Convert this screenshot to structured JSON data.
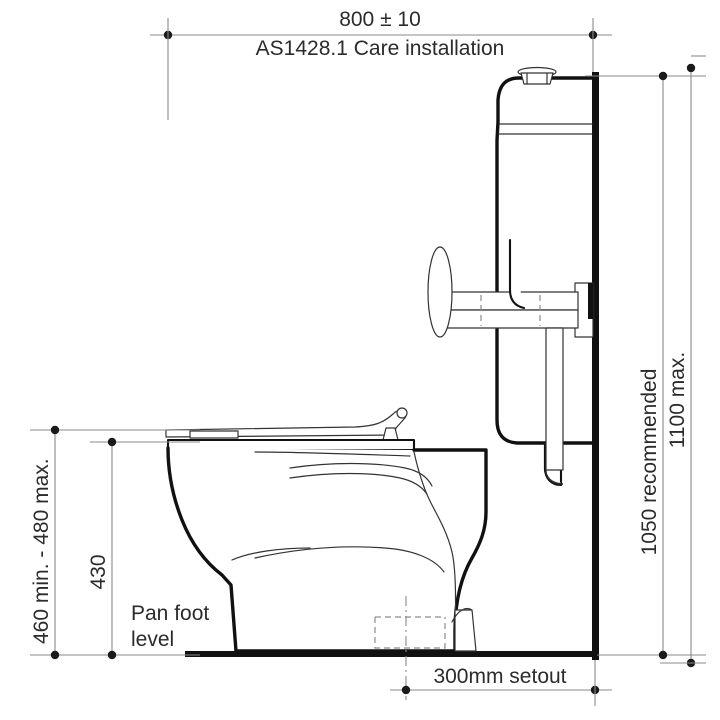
{
  "drawing": {
    "title": "AS1428.1 Care installation toilet suite elevation",
    "subject": "close-coupled toilet pan and cistern against wall with backrest rail",
    "units": "mm",
    "colors": {
      "outline": "#111111",
      "dimension": "#8a8a8a",
      "text": "#2b2b2b",
      "background": "#ffffff"
    }
  },
  "annotations": {
    "top_dimension": "800 ± 10",
    "standard_note": "AS1428.1 Care installation",
    "right_dimension_primary": "1050 recommended",
    "right_dimension_secondary": "1100 max.",
    "left_dimension_outer": "460 min. - 480 max.",
    "left_dimension_inner": "430",
    "floor_note_line1": "Pan foot",
    "floor_note_line2": "level",
    "bottom_dimension": "300mm setout"
  },
  "parts": {
    "cistern": "cistern",
    "flush_button": "flush-button",
    "pan": "toilet-pan",
    "seat": "toilet-seat",
    "seat_buffer": "seat-buffer",
    "backrest_pad": "backrest-pad",
    "backrest_rail": "backrest-rail",
    "wall_bracket": "wall-bracket",
    "flush_pipe": "flush-pipe",
    "wall": "wall",
    "floor": "floor-line",
    "outlet": "hidden-outlet"
  }
}
